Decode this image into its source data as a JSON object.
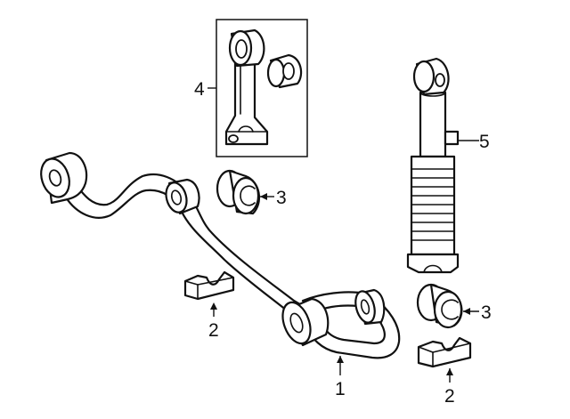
{
  "callouts": {
    "c1": "1",
    "c2_left": "2",
    "c2_right": "2",
    "c3_upper": "3",
    "c3_lower": "3",
    "c4": "4",
    "c5": "5"
  },
  "colors": {
    "line": "#111111",
    "fill": "#ffffff"
  }
}
